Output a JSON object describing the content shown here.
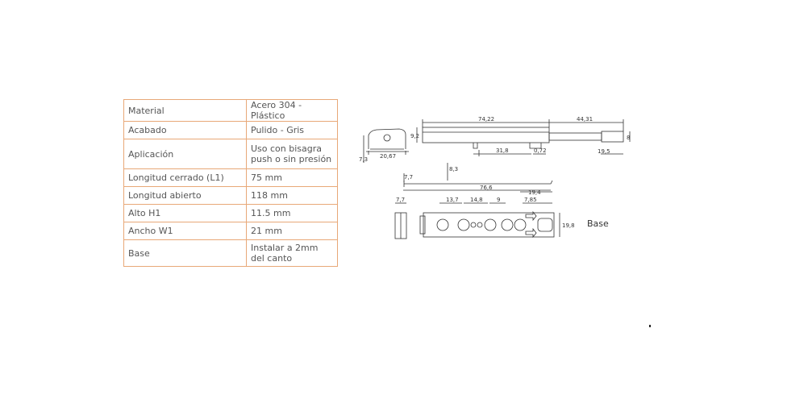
{
  "specs": [
    {
      "label": "Material",
      "value": "Acero 304 - Plástico"
    },
    {
      "label": "Acabado",
      "value": "Pulido - Gris"
    },
    {
      "label": "Aplicación",
      "value": "Uso con bisagra\npush o sin presión"
    },
    {
      "label": "Longitud cerrado (L1)",
      "value": "75 mm"
    },
    {
      "label": "Longitud abierto",
      "value": "118 mm"
    },
    {
      "label": "Alto  H1",
      "value": "11.5 mm"
    },
    {
      "label": "Ancho W1",
      "value": "21 mm"
    },
    {
      "label": "Base",
      "value": "Instalar a 2mm\ndel canto"
    }
  ],
  "drawing": {
    "base_label": "Base",
    "dims": {
      "d74_22": "74,22",
      "d44_31": "44,31",
      "d9_2": "9,2",
      "d8": "8",
      "d31_8": "31,8",
      "d0_72": "0,72",
      "d19_5": "19,5",
      "d20_67": "20,67",
      "d7_3": "7,3",
      "d7_7a": "7,7",
      "d8_3": "8,3",
      "d76_6": "76,6",
      "d7_7b": "7,7",
      "d13_7": "13,7",
      "d14_8": "14,8",
      "d9": "9",
      "d19_4": "19,4",
      "d7_85": "7,85",
      "d19_8": "19,8"
    }
  },
  "colors": {
    "table_border": "#e8a878",
    "text": "#555555",
    "line": "#333333"
  }
}
